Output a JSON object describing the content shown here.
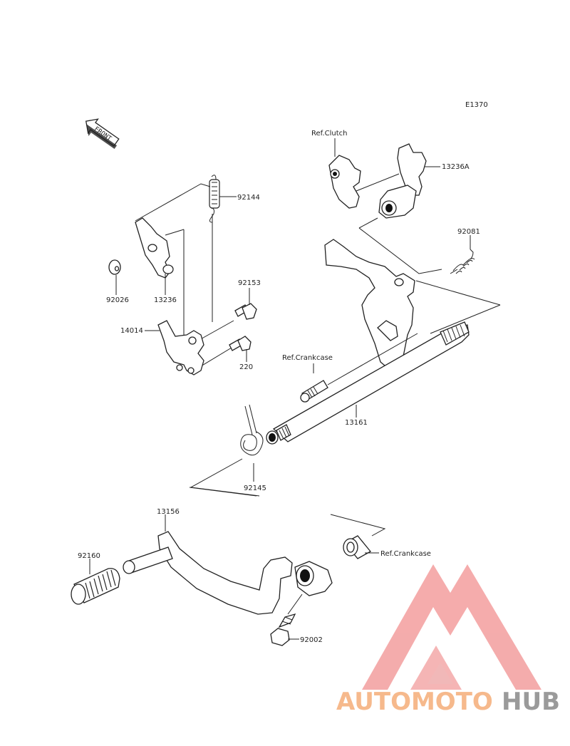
{
  "diagram_code": "E1370",
  "front_label": "FRONT",
  "parts": {
    "p92144": "92144",
    "p92026": "92026",
    "p13236": "13236",
    "p92153": "92153",
    "p14014": "14014",
    "p220": "220",
    "p13236A": "13236A",
    "p92081": "92081",
    "p13161": "13161",
    "p92145": "92145",
    "p13156": "13156",
    "p92160": "92160",
    "p92002": "92002"
  },
  "refs": {
    "clutch": "Ref.Clutch",
    "crankcase_upper": "Ref.Crankcase",
    "crankcase_lower": "Ref.Crankcase"
  },
  "watermark": {
    "part1": "AUTOMOTO",
    "part2": "HUB",
    "color1": "#f4a8a8",
    "color2": "#f6b98c",
    "color3": "#9a9a9a"
  }
}
